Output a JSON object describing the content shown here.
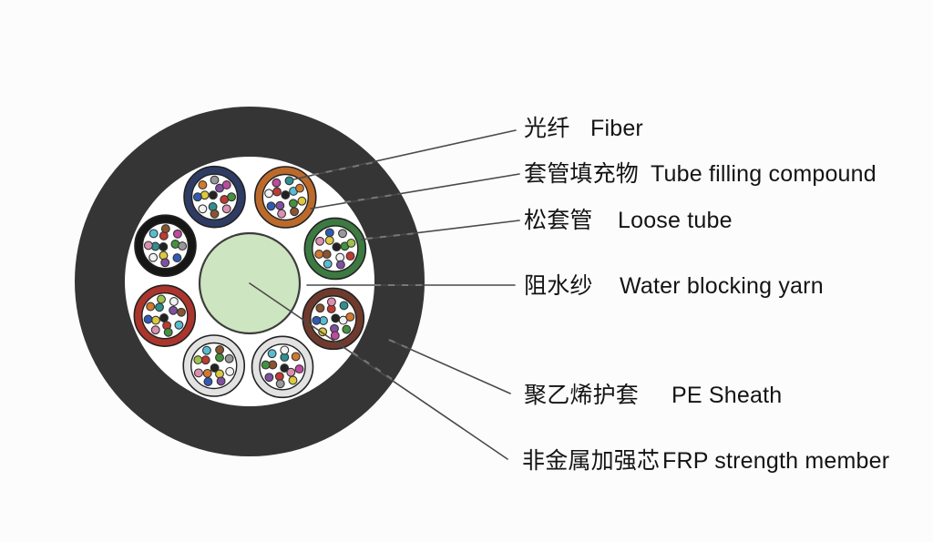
{
  "diagram": {
    "type": "fiber-optic-cable-cross-section",
    "tube_count": 8
  },
  "labels": [
    {
      "id": "fiber",
      "zh": "光纤",
      "en": "Fiber"
    },
    {
      "id": "tube-filling-compound",
      "zh": "套管填充物",
      "en": "Tube filling compound"
    },
    {
      "id": "loose-tube",
      "zh": "松套管",
      "en": "Loose tube"
    },
    {
      "id": "water-blocking-yarn",
      "zh": "阻水纱",
      "en": "Water blocking yarn"
    },
    {
      "id": "pe-sheath",
      "zh": "聚乙烯护套",
      "en": "PE Sheath"
    },
    {
      "id": "frp-strength-member",
      "zh": "非金属加强芯",
      "en": "FRP strength member"
    }
  ],
  "colors": {
    "background": "#fcfcfc",
    "sheath": "#353535",
    "interior": "#ffffff",
    "core": "#cde5c0",
    "core_outline": "#3c3c3c",
    "tube_outline": "#222222",
    "leader_line": "#4a4a4a",
    "leader_dash": "#7d7d7d",
    "label_text": "#141414"
  },
  "tubes": [
    {
      "name": "blue",
      "ring": "#2e3c64",
      "fibers": [
        "#222222",
        "#c03a31",
        "#2f8f8f",
        "#ddc93c",
        "#8050a0",
        "#44913f",
        "#dc8fae",
        "#8a5430",
        "#f2f2f2",
        "#2f5bb5",
        "#d2792f",
        "#999999",
        "#bf4a9e"
      ]
    },
    {
      "name": "orange",
      "ring": "#bc6a2c",
      "fibers": [
        "#222222",
        "#44913f",
        "#8050a0",
        "#c03a31",
        "#57bed2",
        "#ddc93c",
        "#8a5430",
        "#dc8fae",
        "#2f5bb5",
        "#f2f2f2",
        "#bf4a9e",
        "#2f8f8f",
        "#d2792f"
      ]
    },
    {
      "name": "green",
      "ring": "#3c7a41",
      "fibers": [
        "#222222",
        "#f2f2f2",
        "#8a5430",
        "#ddc93c",
        "#44913f",
        "#c03a31",
        "#8050a0",
        "#57bed2",
        "#d2792f",
        "#dc8fae",
        "#2f5bb5",
        "#999999",
        "#9ec24a"
      ]
    },
    {
      "name": "brown",
      "ring": "#6f3a2d",
      "fibers": [
        "#222222",
        "#8050a0",
        "#57bed2",
        "#c03a31",
        "#f2f2f2",
        "#44913f",
        "#bf4a9e",
        "#ddc93c",
        "#2f5bb5",
        "#8a5430",
        "#dc8fae",
        "#2f8f8f",
        "#d2792f"
      ]
    },
    {
      "name": "white-right",
      "ring": "#e2e2e2",
      "fibers": [
        "#222222",
        "#c03a31",
        "#8a5430",
        "#2f8f8f",
        "#dc8fae",
        "#ddc93c",
        "#999999",
        "#8050a0",
        "#44913f",
        "#57bed2",
        "#f2f2f2",
        "#d2792f",
        "#bf4a9e"
      ]
    },
    {
      "name": "white-left",
      "ring": "#e2e2e2",
      "fibers": [
        "#222222",
        "#d2792f",
        "#c03a31",
        "#44913f",
        "#ddc93c",
        "#8050a0",
        "#2f5bb5",
        "#dc8fae",
        "#9ec24a",
        "#57bed2",
        "#8a5430",
        "#999999",
        "#f2f2f2"
      ]
    },
    {
      "name": "red",
      "ring": "#ab352c",
      "fibers": [
        "#222222",
        "#ddc93c",
        "#2f8f8f",
        "#8050a0",
        "#c03a31",
        "#44913f",
        "#dc8fae",
        "#2f5bb5",
        "#d2792f",
        "#9ec24a",
        "#f2f2f2",
        "#8a5430",
        "#57bed2"
      ]
    },
    {
      "name": "black",
      "ring": "#161616",
      "fibers": [
        "#222222",
        "#2f8f8f",
        "#c03a31",
        "#44913f",
        "#ddc93c",
        "#8050a0",
        "#f2f2f2",
        "#dc8fae",
        "#57bed2",
        "#8a5430",
        "#bf4a9e",
        "#999999",
        "#2f5bb5"
      ]
    }
  ]
}
